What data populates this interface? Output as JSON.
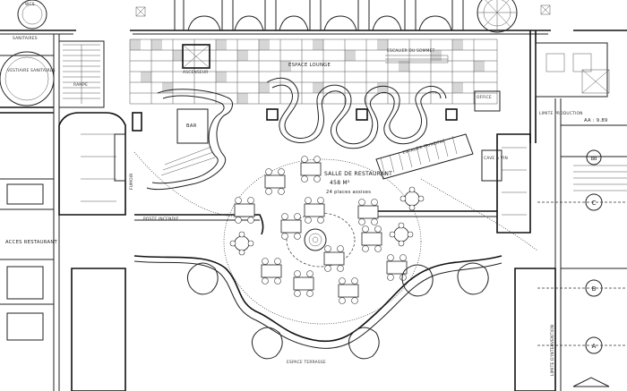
{
  "plan": {
    "labels": {
      "wc_top": "WCS",
      "sanitaires_top": "SANITAIRES",
      "vestiaire_sanitaires": "VESTIAIRE SANITAIRES",
      "rampe": "RAMPE",
      "ascenseur": "ASCENSEUR",
      "espace_lounge": "ESPACE LOUNGE",
      "escalier_sommet": "ESCALIER DU SOMMET",
      "office": "OFFICE",
      "bar": "BAR",
      "escalier_principal": "ESCALIER PRINCIPAL",
      "salle_restaurant": "SALLE DE RESTAURANT",
      "surface": "458 M²",
      "places": "24 places assises",
      "cave_a_vin": "CAVE A VIN",
      "acces_restaurant": "ACCES RESTAURANT",
      "fumoir": "FUMOIR",
      "ligne_production": "LIMITE PRODUCTION",
      "cote": "AA : 9.89",
      "poste": "POSTE INCENDIE",
      "terrasse": "ESPACE TERRASSE",
      "limite_intervention": "LIMITE D'INTERVENTION"
    },
    "grid_markers": [
      "A",
      "B",
      "C",
      "BB"
    ]
  }
}
